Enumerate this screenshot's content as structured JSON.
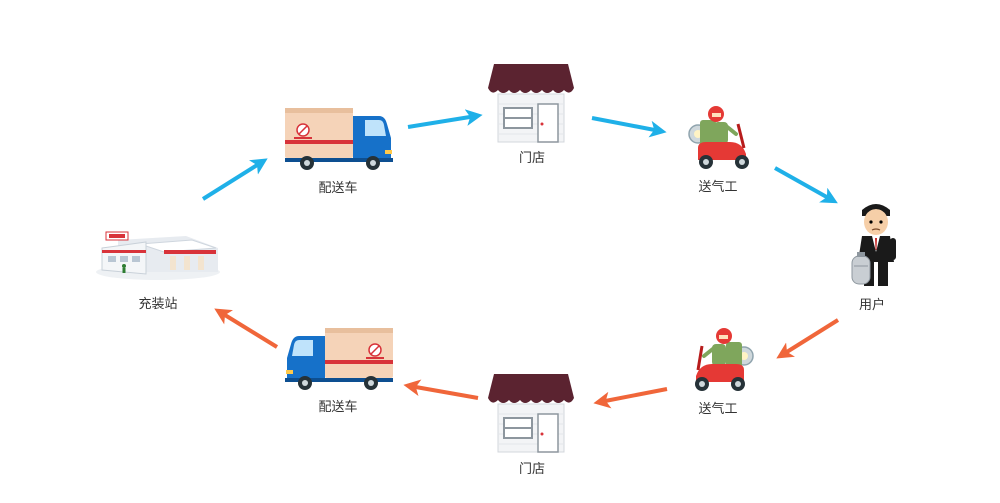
{
  "nodes": {
    "station": {
      "label": "充装站"
    },
    "truck_top": {
      "label": "配送车"
    },
    "store_top": {
      "label": "门店"
    },
    "courier_top": {
      "label": "送气工"
    },
    "user": {
      "label": "用户"
    },
    "courier_bottom": {
      "label": "送气工"
    },
    "store_bottom": {
      "label": "门店"
    },
    "truck_bottom": {
      "label": "配送车"
    }
  },
  "colors": {
    "outbound_arrow": "#1fb0e8",
    "return_arrow": "#f0663a",
    "truck_cab": "#1671c9",
    "truck_box": "#f5d3b8",
    "truck_stripe": "#d8333a",
    "store_awning": "#5b2330",
    "scooter": "#e53935",
    "rider": "#7fa65c",
    "user_suit": "#1a1a1a"
  },
  "icons": {
    "station": "gas-filling-station-icon",
    "truck": "delivery-truck-icon",
    "store": "storefront-icon",
    "courier": "scooter-courier-icon",
    "user": "businessman-with-gas-cylinder-icon"
  }
}
